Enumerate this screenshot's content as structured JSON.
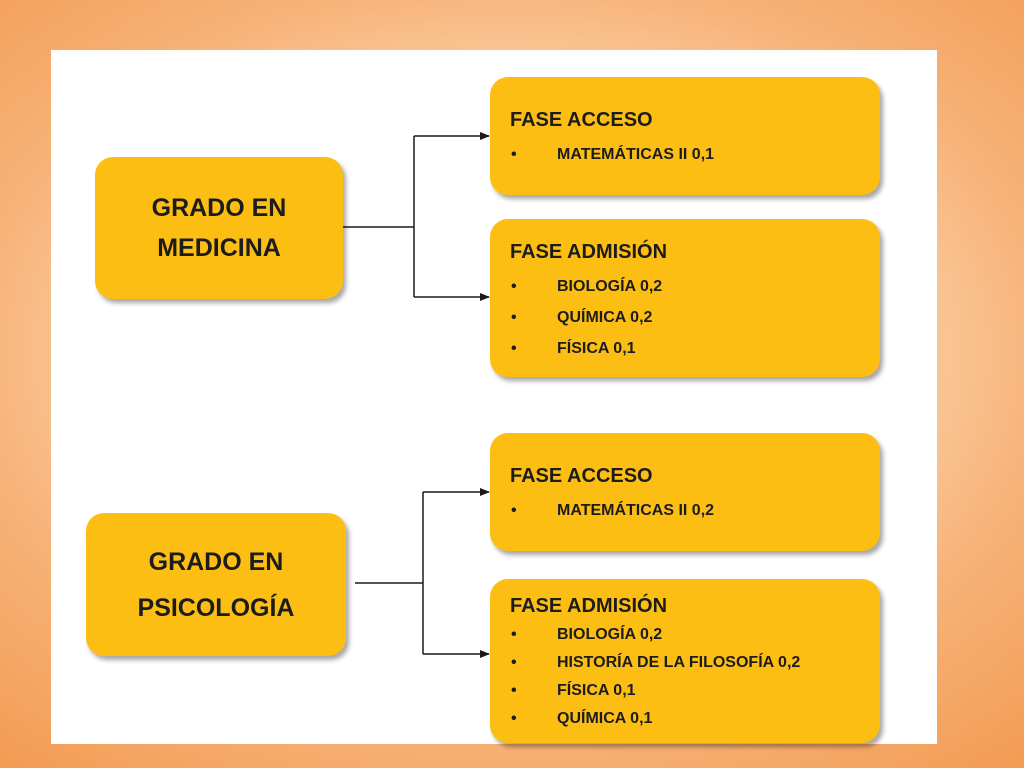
{
  "colors": {
    "box_fill": "#fdbe14",
    "text": "#1c1c1c",
    "connector": "#1a1a1a"
  },
  "grado_medicina": {
    "lines": [
      "GRADO EN",
      "MEDICINA"
    ]
  },
  "medicina_acceso": {
    "title": "FASE ACCESO",
    "items": [
      "MATEMÁTICAS II 0,1"
    ]
  },
  "medicina_admision": {
    "title": "FASE ADMISIÓN",
    "items": [
      "BIOLOGÍA 0,2",
      "QUÍMICA 0,2",
      "FÍSICA 0,1"
    ]
  },
  "grado_psicologia": {
    "lines": [
      "GRADO EN",
      "PSICOLOGÍA"
    ]
  },
  "psicologia_acceso": {
    "title": "FASE ACCESO",
    "items": [
      "MATEMÁTICAS II 0,2"
    ]
  },
  "psicologia_admision": {
    "title": "FASE ADMISIÓN",
    "items": [
      "BIOLOGÍA 0,2",
      "HISTORÍA DE LA FILOSOFÍA 0,2",
      "FÍSICA 0,1",
      "QUÍMICA 0,1"
    ]
  },
  "bullet": "•"
}
